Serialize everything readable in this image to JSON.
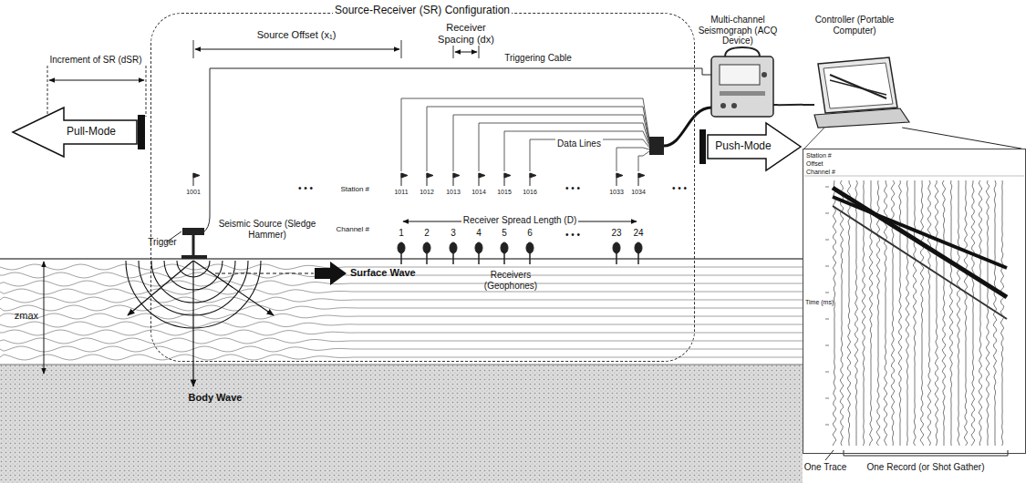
{
  "diagram": {
    "nodes": [
      {
        "text": [
          "Source-Receiver (SR) Configuration"
        ]
      },
      {
        "text": [
          "Multi-channel Seismograph (ACQ Device)"
        ]
      },
      {
        "text": [
          "Controller (Portable Computer)"
        ]
      },
      {
        "text": [
          "Station #",
          "Offset",
          "Channel #",
          "Time (ms)"
        ]
      }
    ],
    "edges": [
      {
        "from": 1,
        "to": 2,
        "arrow": "none"
      },
      {
        "from": 2,
        "to": 3,
        "arrow": "none"
      }
    ],
    "labels": [
      "Increment of SR (dSR)",
      "Pull-Mode",
      "Source Offset (x₁)",
      "Receiver Spacing (dx)",
      "Triggering Cable",
      "Data Lines",
      "Push-Mode",
      "Station #",
      "1001",
      "1011",
      "1012",
      "1013",
      "1014",
      "1015",
      "1016",
      "1033",
      "1034",
      "• • •",
      "• • •",
      "• • •",
      "Channel #",
      "Receiver Spread Length (D)",
      "1",
      "2",
      "3",
      "4",
      "5",
      "6",
      "23",
      "24",
      "• • •",
      "Trigger",
      "Seismic Source (Sledge Hammer)",
      "Receivers (Geophones)",
      "Surface Wave",
      "Body Wave",
      "zmax",
      "One Trace",
      "One Record (or Shot Gather)"
    ]
  }
}
